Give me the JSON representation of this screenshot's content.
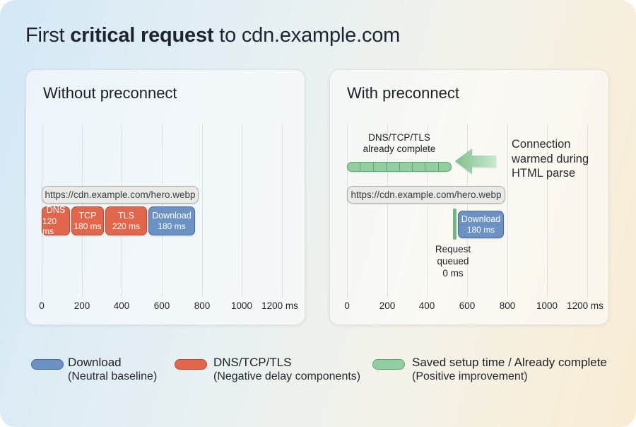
{
  "page": {
    "title_prefix": "First ",
    "title_emphasis": "critical request",
    "title_suffix": " to cdn.example.com"
  },
  "colors": {
    "neutral_fill": "#6B92C3",
    "neutral_border": "#4A6C9F",
    "negative_fill": "#E2664B",
    "negative_border": "#BA4B34",
    "positive_fill": "#92CE9F",
    "positive_border": "#5EA771"
  },
  "axis": {
    "ticks": [
      "0",
      "200",
      "400",
      "600",
      "800",
      "1000",
      "1200 ms"
    ]
  },
  "panel_without": {
    "title": "Without preconnect",
    "url": "https://cdn.example.com/hero.webp",
    "bars": [
      {
        "name": "DNS",
        "duration": "120 ms"
      },
      {
        "name": "TCP",
        "duration": "180 ms"
      },
      {
        "name": "TLS",
        "duration": "220 ms"
      },
      {
        "name": "Download",
        "duration": "180 ms"
      }
    ]
  },
  "panel_with": {
    "title": "With preconnect",
    "url": "https://cdn.example.com/hero.webp",
    "saved_label": "DNS/TCP/TLS\nalready complete",
    "arrow_note": "Connection\nwarmed during\nHTML parse",
    "download_bar": {
      "name": "Download",
      "duration": "180 ms"
    },
    "queued_note": "Request\nqueued\n0 ms"
  },
  "legend": {
    "items": [
      {
        "label": "Download",
        "sublabel": "(Neutral baseline)"
      },
      {
        "label": "DNS/TCP/TLS",
        "sublabel": "(Negative delay components)"
      },
      {
        "label": "Saved setup time / Already complete",
        "sublabel": "(Positive improvement)"
      }
    ]
  },
  "chart_data": {
    "type": "gantt-comparison",
    "unit": "ms",
    "x_ticks": [
      0,
      200,
      400,
      600,
      800,
      1000,
      1200
    ],
    "x_max": 1200,
    "grid": true,
    "panels": [
      {
        "title": "Without preconnect",
        "request_url": "https://cdn.example.com/hero.webp",
        "segments": [
          {
            "name": "DNS",
            "start_ms": 0,
            "duration_ms": 120,
            "category": "negative"
          },
          {
            "name": "TCP",
            "start_ms": 120,
            "duration_ms": 180,
            "category": "negative"
          },
          {
            "name": "TLS",
            "start_ms": 300,
            "duration_ms": 220,
            "category": "negative"
          },
          {
            "name": "Download",
            "start_ms": 520,
            "duration_ms": 180,
            "category": "neutral"
          }
        ],
        "total_ms": 700
      },
      {
        "title": "With preconnect",
        "request_url": "https://cdn.example.com/hero.webp",
        "segments": [
          {
            "name": "DNS/TCP/TLS already complete",
            "start_ms": 0,
            "duration_ms": 520,
            "category": "positive"
          },
          {
            "name": "Request queued",
            "start_ms": 520,
            "duration_ms": 0,
            "category": "positive"
          },
          {
            "name": "Download",
            "start_ms": 520,
            "duration_ms": 180,
            "category": "neutral"
          }
        ],
        "annotation": "Connection warmed during HTML parse",
        "total_ms": 700
      }
    ],
    "legend": [
      "Download (Neutral baseline)",
      "DNS/TCP/TLS (Negative delay components)",
      "Saved setup time / Already complete (Positive improvement)"
    ]
  }
}
